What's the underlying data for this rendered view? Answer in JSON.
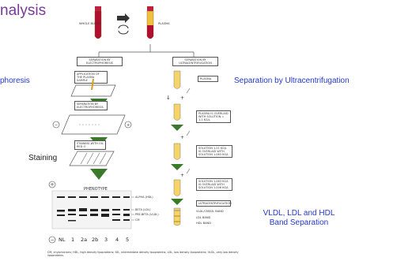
{
  "title": "nalysis",
  "top": {
    "whole_blood": "WHOLE BLOOD",
    "plasma": "PLASMA"
  },
  "headers": {
    "electro": "SEPARATION BY ELECTROPHORESIS",
    "ultra": "SEPARATION BY ULTRACENTRIFUGATION"
  },
  "left_steps": [
    "APPLICATION OF THE PLASMA SAMPLE",
    "SEPARATION BY ELECTROPHORESIS",
    "STAINING WITH OIL RED O"
  ],
  "right_steps": [
    "PLASMA",
    "PLASMA IS OVERLAID WITH SOLUTION = 1.1 kg/l",
    "SOLUTION 1.21 kg/l IS OVERLAID WITH SOLUTION 1.063 kg/l",
    "SOLUTION 1.063 kg/l IS OVERLAID WITH SOLUTION 1.006 kg/l",
    "ULTRACENTRIFUGATION"
  ],
  "tube_bands": [
    "VLDL/CM/IDL BAND",
    "LDL BAND",
    "HDL BAND"
  ],
  "labels": {
    "electrophoresis": "phoresis",
    "staining": "Staining",
    "ultracentrifugation": "Separation by Ultracentrifugation",
    "band_separation_1": "VLDL, LDL and HDL",
    "band_separation_2": "Band Separation"
  },
  "gel": {
    "band_labels": [
      "ALPHA (HDL)",
      "BETA (LDL)",
      "PRE-BETA (VLDL)",
      "CM"
    ],
    "phenotype_label": "PHENOTYPE",
    "lanes": [
      "NL",
      "1",
      "2a",
      "2b",
      "3",
      "4",
      "5"
    ],
    "minus": "−",
    "plus": "+"
  },
  "footnote": "CM, chylomicrons; HDL, high density lipoproteins; IDL, intermediate density lipoproteins; LDL, low density lipoproteins; VLDL, very low density lipoproteins."
}
